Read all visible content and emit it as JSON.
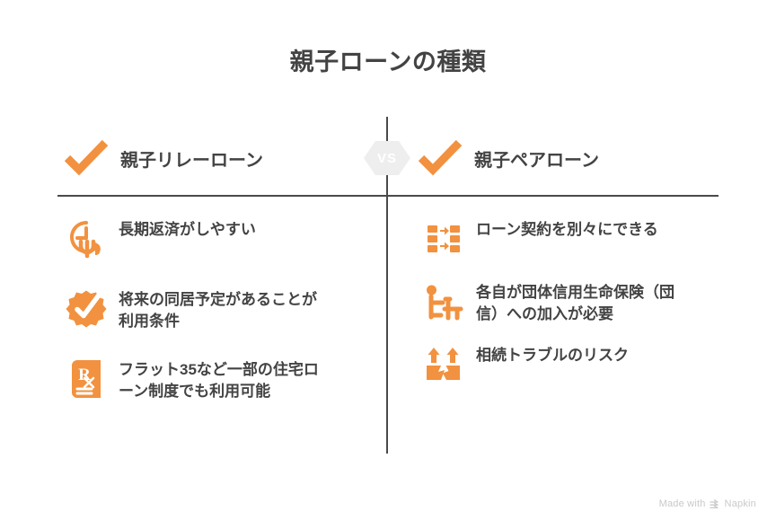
{
  "title": "親子ローンの種類",
  "versus_badge": "VS",
  "colors": {
    "accent_orange": "#F2913F",
    "text_dark": "#434343",
    "divider": "#4A4A4A",
    "badge_bg": "#EEEEEE",
    "watermark": "#C9C9C9"
  },
  "columns": [
    {
      "header": {
        "icon": "check-icon",
        "label": "親子リレーローン"
      },
      "features": [
        {
          "icon": "clock-arrow-icon",
          "text": "長期返済がしやすい"
        },
        {
          "icon": "gear-check-icon",
          "text": "将来の同居予定があることが利用条件"
        },
        {
          "icon": "prescription-rx-icon",
          "text": "フラット35など一部の住宅ローン制度でも利用可能"
        }
      ]
    },
    {
      "header": {
        "icon": "check-icon",
        "label": "親子ペアローン"
      },
      "features": [
        {
          "icon": "data-transfer-icon",
          "text": "ローン契約を別々にできる"
        },
        {
          "icon": "person-at-desk-icon",
          "text": "各自が団体信用生命保険（団信）への加入が必要"
        },
        {
          "icon": "cracked-box-arrows-icon",
          "text": "相続トラブルのリスク"
        }
      ]
    }
  ],
  "watermark": {
    "prefix": "Made with",
    "brand": "Napkin",
    "icon": "napkin-logo-icon"
  }
}
